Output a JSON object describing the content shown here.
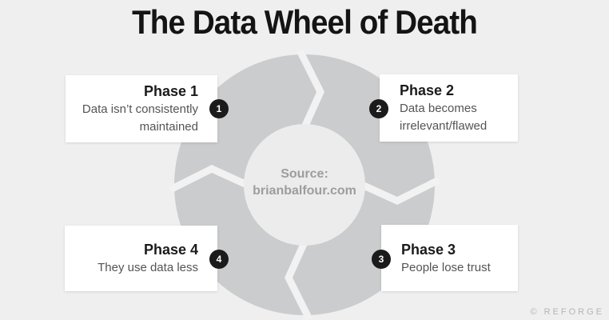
{
  "title": "The Data Wheel of Death",
  "wheel": {
    "center_label_line1": "Source:",
    "center_label_line2": "brianbalfour.com"
  },
  "phases": [
    {
      "number": "1",
      "label": "Phase 1",
      "description": "Data isn’t consistently maintained"
    },
    {
      "number": "2",
      "label": "Phase 2",
      "description": "Data becomes irrelevant/flawed"
    },
    {
      "number": "3",
      "label": "Phase 3",
      "description": "People lose trust"
    },
    {
      "number": "4",
      "label": "Phase 4",
      "description": "They use data less"
    }
  ],
  "footer": {
    "credit": "© REFORGE"
  },
  "colors": {
    "bg": "#efefef",
    "wheel": "#cbcccd",
    "hub": "#ececec",
    "gap": "#f2f2f2",
    "card": "#ffffff",
    "badge": "#1b1b1b",
    "badge_text": "#ffffff",
    "title_text": "#141414",
    "phase_text": "#1b1b1b",
    "desc_text": "#545457",
    "source_text": "#9d9d9d",
    "credit_text": "#b5b5b5"
  }
}
